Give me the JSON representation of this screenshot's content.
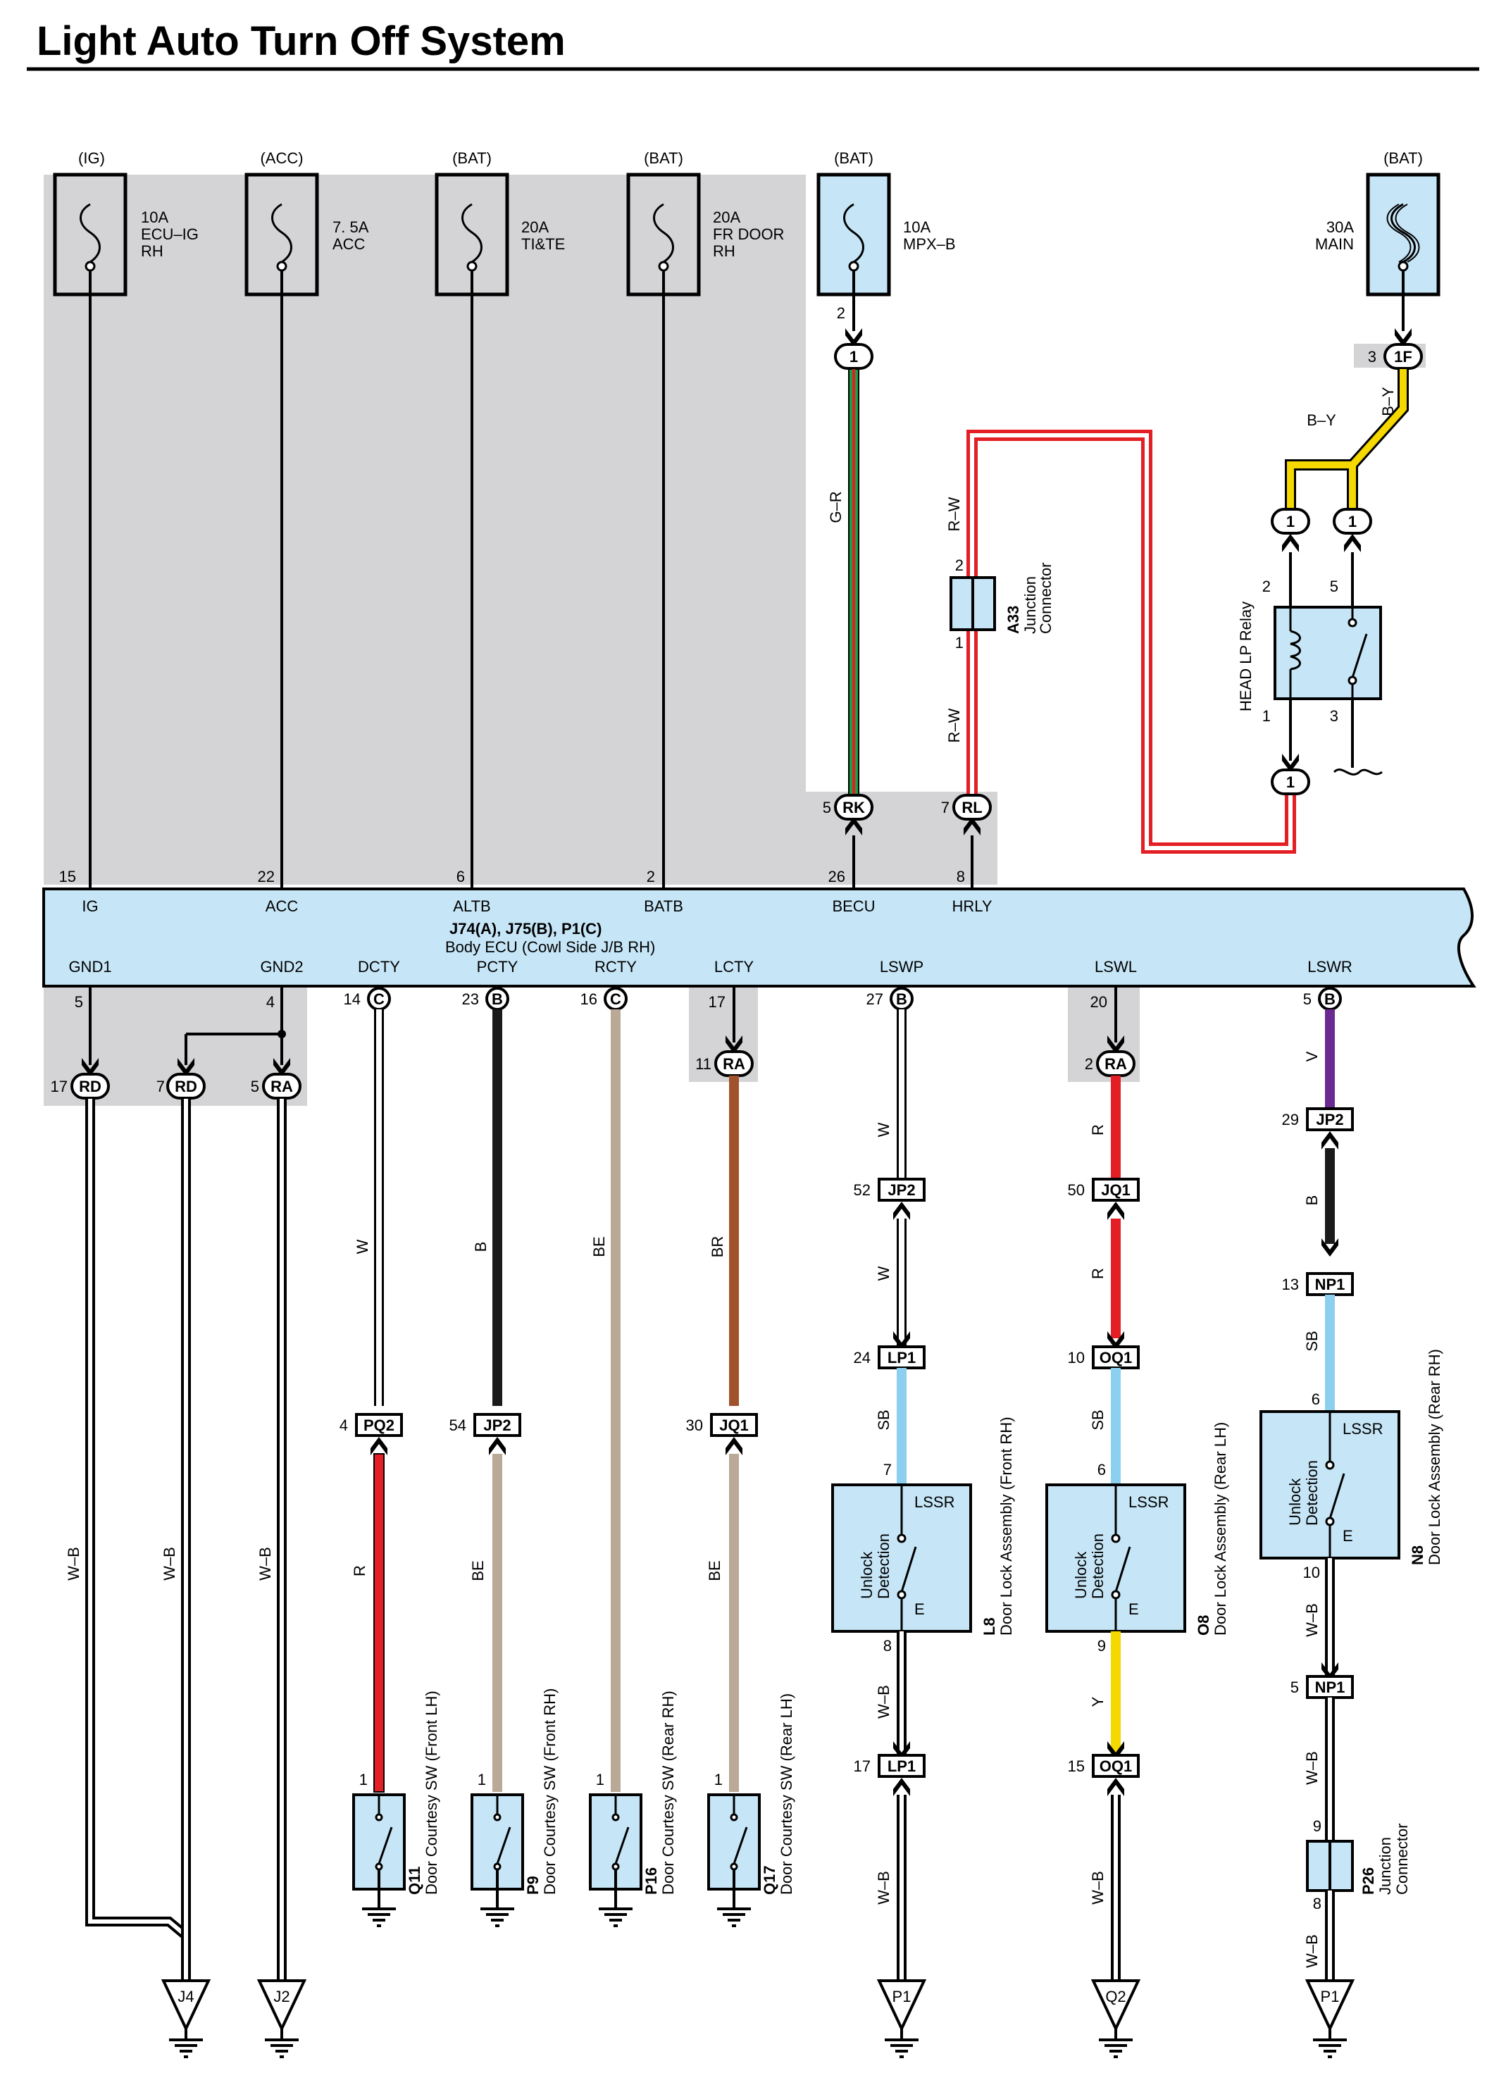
{
  "title": "Light Auto Turn Off System",
  "colors": {
    "shade": "#d4d4d6",
    "component": "#c6e6f7",
    "wire_black": "#1a1a1a",
    "wire_red": "#e31e24",
    "wire_green": "#1f9e48",
    "wire_yellow": "#f5d800",
    "wire_brown": "#a0522d",
    "wire_beige": "#b9a996",
    "wire_skyblue": "#8ccfee",
    "wire_violet": "#6a2a91"
  },
  "fuses": [
    {
      "source": "(IG)",
      "rating": "10A",
      "name1": "ECU–IG",
      "name2": "RH"
    },
    {
      "source": "(ACC)",
      "rating": "7. 5A",
      "name1": "ACC",
      "name2": ""
    },
    {
      "source": "(BAT)",
      "rating": "20A",
      "name1": "TI&TE",
      "name2": ""
    },
    {
      "source": "(BAT)",
      "rating": "20A",
      "name1": "FR DOOR",
      "name2": "RH"
    },
    {
      "source": "(BAT)",
      "rating": "10A",
      "name1": "MPX–B",
      "name2": ""
    },
    {
      "source": "(BAT)",
      "rating": "30A",
      "name1": "MAIN",
      "name2": ""
    }
  ],
  "ecu": {
    "ids": "J74(A), J75(B), P1(C)",
    "name": "Body ECU (Cowl Side J/B RH)",
    "top_pins": [
      {
        "label": "IG",
        "pin": "15"
      },
      {
        "label": "ACC",
        "pin": "22"
      },
      {
        "label": "ALTB",
        "pin": "6"
      },
      {
        "label": "BATB",
        "pin": "2"
      },
      {
        "label": "BECU",
        "pin": "26"
      },
      {
        "label": "HRLY",
        "pin": "8"
      }
    ],
    "bottom_pins": [
      {
        "label": "GND1",
        "pin": "5",
        "conn": ""
      },
      {
        "label": "GND2",
        "pin": "4",
        "conn": ""
      },
      {
        "label": "DCTY",
        "pin": "14",
        "conn": "C"
      },
      {
        "label": "PCTY",
        "pin": "23",
        "conn": "B"
      },
      {
        "label": "RCTY",
        "pin": "16",
        "conn": "C"
      },
      {
        "label": "LCTY",
        "pin": "17",
        "conn": ""
      },
      {
        "label": "LSWP",
        "pin": "27",
        "conn": "B"
      },
      {
        "label": "LSWL",
        "pin": "20",
        "conn": ""
      },
      {
        "label": "LSWR",
        "pin": "5",
        "conn": "B"
      }
    ]
  },
  "junction_a33": {
    "id": "A33",
    "name1": "Junction",
    "name2": "Connector",
    "pin_top": "2",
    "pin_bottom": "1"
  },
  "junction_p26": {
    "id": "P26",
    "name1": "Junction",
    "name2": "Connector",
    "pin_top": "9",
    "pin_bottom": "8"
  },
  "relay": {
    "name": "HEAD LP Relay",
    "pins": [
      "2",
      "5",
      "1",
      "3"
    ]
  },
  "connectors": {
    "rk": {
      "num": "5",
      "code": "RK"
    },
    "rl": {
      "num": "7",
      "code": "RL"
    },
    "f1": {
      "num": "3",
      "code": "1F"
    },
    "rd17": {
      "num": "17",
      "code": "RD"
    },
    "rd7": {
      "num": "7",
      "code": "RD"
    },
    "ra5": {
      "num": "5",
      "code": "RA"
    },
    "ra11": {
      "num": "11",
      "code": "RA"
    },
    "ra2": {
      "num": "2",
      "code": "RA"
    },
    "one": {
      "code": "1"
    },
    "pin2": "2"
  },
  "wire_labels": {
    "gr": "G–R",
    "rw": "R–W",
    "by": "B–Y",
    "wb": "W–B",
    "w": "W",
    "b": "B",
    "be": "BE",
    "br": "BR",
    "r": "R",
    "sb": "SB",
    "v": "V",
    "y": "Y"
  },
  "inline_connectors": [
    {
      "num": "4",
      "code": "PQ2"
    },
    {
      "num": "54",
      "code": "JP2"
    },
    {
      "num": "30",
      "code": "JQ1"
    },
    {
      "num": "52",
      "code": "JP2"
    },
    {
      "num": "24",
      "code": "LP1"
    },
    {
      "num": "17",
      "code": "LP1"
    },
    {
      "num": "50",
      "code": "JQ1"
    },
    {
      "num": "10",
      "code": "OQ1"
    },
    {
      "num": "15",
      "code": "OQ1"
    },
    {
      "num": "29",
      "code": "JP2"
    },
    {
      "num": "13",
      "code": "NP1"
    },
    {
      "num": "5",
      "code": "NP1"
    }
  ],
  "door_switches": [
    {
      "id": "Q11",
      "name": "Door Courtesy SW (Front LH)",
      "pin": "1"
    },
    {
      "id": "P9",
      "name": "Door Courtesy SW (Front RH)",
      "pin": "1"
    },
    {
      "id": "P16",
      "name": "Door Courtesy SW (Rear RH)",
      "pin": "1"
    },
    {
      "id": "Q17",
      "name": "Door Courtesy SW (Rear LH)",
      "pin": "1"
    }
  ],
  "door_locks": [
    {
      "id": "L8",
      "name": "Door Lock Assembly (Front RH)",
      "pin_top": "7",
      "pin_bottom": "8",
      "sig": "LSSR",
      "gnd": "E",
      "det1": "Unlock",
      "det2": "Detection"
    },
    {
      "id": "O8",
      "name": "Door Lock Assembly (Rear LH)",
      "pin_top": "6",
      "pin_bottom": "9",
      "sig": "LSSR",
      "gnd": "E",
      "det1": "Unlock",
      "det2": "Detection"
    },
    {
      "id": "N8",
      "name": "Door Lock Assembly (Rear RH)",
      "pin_top": "6",
      "pin_bottom": "10",
      "sig": "LSSR",
      "gnd": "E",
      "det1": "Unlock",
      "det2": "Detection"
    }
  ],
  "grounds": [
    {
      "code": "J4"
    },
    {
      "code": "J2"
    },
    {
      "code": "P1"
    },
    {
      "code": "Q2"
    },
    {
      "code": "P1"
    }
  ]
}
